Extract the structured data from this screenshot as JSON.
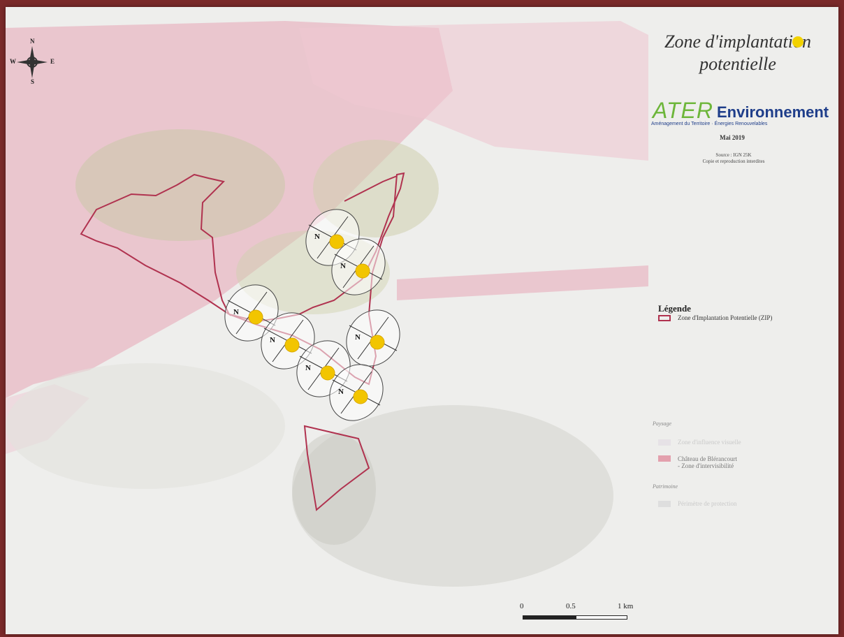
{
  "title": {
    "line1": "Zone d'implantation",
    "line2": "potentielle"
  },
  "logo": {
    "brand_left": "ATER",
    "brand_right": "Environnement",
    "tagline": "Aménagement du Territoire · Énergies Renouvelables",
    "date": "Mai 2019"
  },
  "source": {
    "line1": "Source : IGN 25K",
    "line2": "Copie et reproduction interdites"
  },
  "compass": {
    "n": "N",
    "s": "S",
    "e": "E",
    "w": "W"
  },
  "legend": {
    "title": "Légende",
    "zip_label": "Zone d'Implantation Potentielle (ZIP)",
    "section_paysage": "Paysage",
    "row_faded_1": "Zone d'influence visuelle",
    "chateau_label_1": "Château de Blérancourt",
    "chateau_label_2": "- Zone d'intervisibilité",
    "section_patrimoine": "Patrimoine",
    "row_faded_2": "Périmètre de protection"
  },
  "turbine_marker_label": "N",
  "scale": {
    "t0": "0",
    "t1": "0.5",
    "t2": "1 km"
  },
  "colors": {
    "zip_outline": "#b0324f",
    "pink_zone": "#e8b8c4",
    "olive_zone": "#c9c9a8",
    "grey_zone": "#bdbdb5",
    "pin_yellow": "#f2c500"
  }
}
